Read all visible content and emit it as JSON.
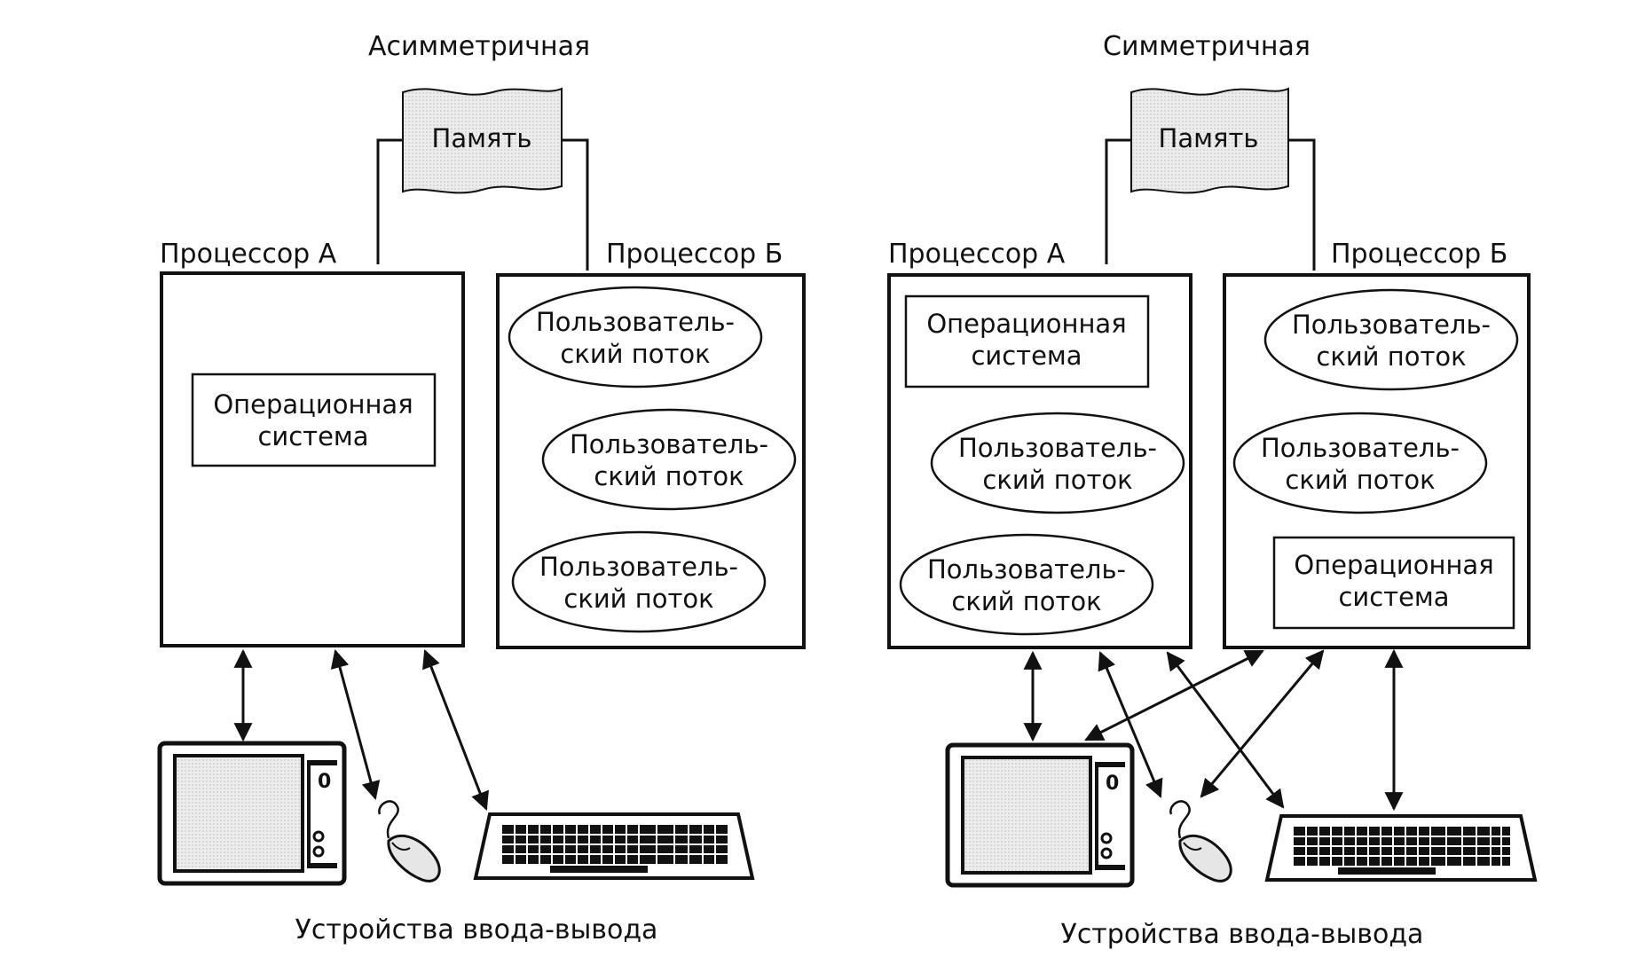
{
  "asymmetric": {
    "title": "Асимметричная",
    "memory": "Память",
    "processor_a": {
      "label": "Процессор А",
      "os": [
        "Операционная",
        "система"
      ]
    },
    "processor_b": {
      "label": "Процессор Б",
      "threads": [
        [
          "Пользователь-",
          "ский поток"
        ],
        [
          "Пользователь-",
          "ский поток"
        ],
        [
          "Пользователь-",
          "ский поток"
        ]
      ]
    },
    "devices_caption": "Устройства ввода-вывода",
    "screen_digit": "0"
  },
  "symmetric": {
    "title": "Симметричная",
    "memory": "Память",
    "processor_a": {
      "label": "Процессор А",
      "os": [
        "Операционная",
        "система"
      ],
      "threads": [
        [
          "Пользователь-",
          "ский поток"
        ],
        [
          "Пользователь-",
          "ский поток"
        ]
      ]
    },
    "processor_b": {
      "label": "Процессор Б",
      "threads": [
        [
          "Пользователь-",
          "ский поток"
        ],
        [
          "Пользователь-",
          "ский поток"
        ]
      ],
      "os": [
        "Операционная",
        "система"
      ]
    },
    "devices_caption": "Устройства ввода-вывода",
    "screen_digit": "0"
  }
}
